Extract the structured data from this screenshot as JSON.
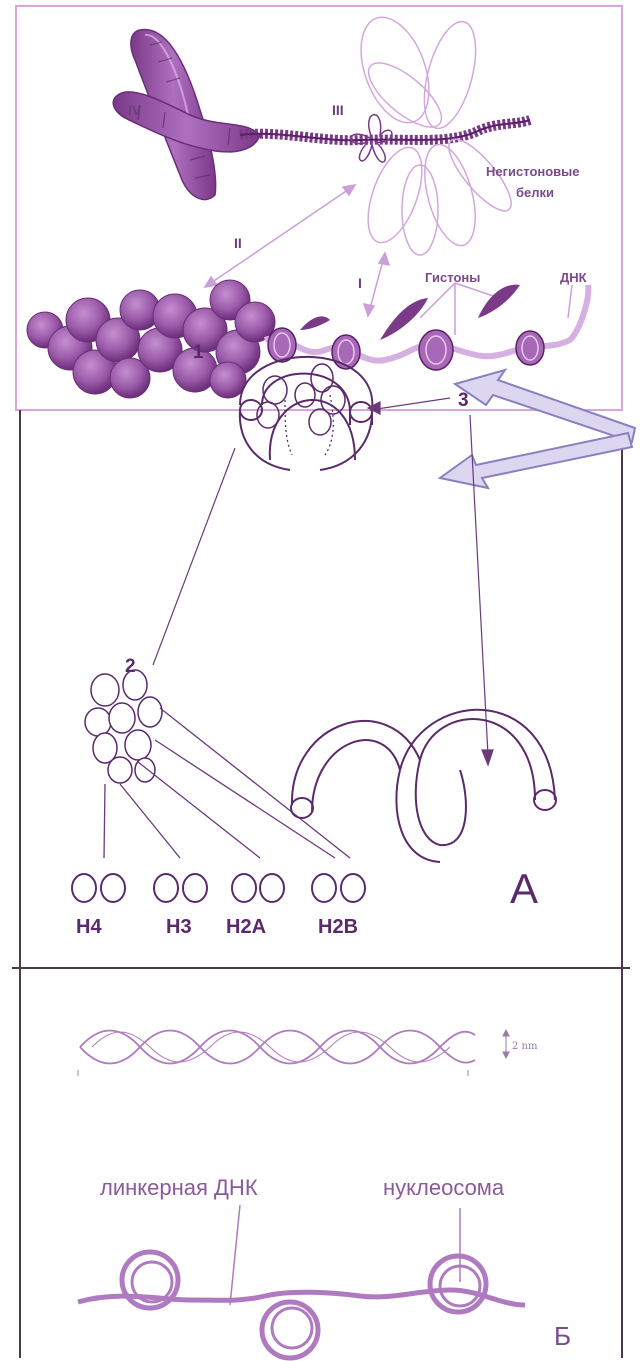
{
  "top_panel": {
    "roman_iv": "IV",
    "roman_iii": "III",
    "roman_ii": "II",
    "roman_i": "I",
    "nonhistone_line1": "Негистоновые",
    "nonhistone_line2": "белки",
    "histones": "Гистоны",
    "dna": "ДНК"
  },
  "panel_a": {
    "num_1": "1",
    "num_2": "2",
    "num_3": "3",
    "h4": "H4",
    "h3": "H3",
    "h2a": "H2A",
    "h2b": "H2B",
    "letter": "A"
  },
  "panel_b": {
    "scale": "2 nm",
    "linker_dna": "линкерная ДНК",
    "nucleosome": "нуклеосома",
    "letter": "Б"
  },
  "colors": {
    "purple_dark": "#5a2a6a",
    "purple_mid": "#8a5a9a",
    "purple_light": "#c9a8d6",
    "arrow_fill": "#dcd6f0",
    "arrow_stroke": "#8a80c0",
    "frame": "#d9a6d9"
  }
}
